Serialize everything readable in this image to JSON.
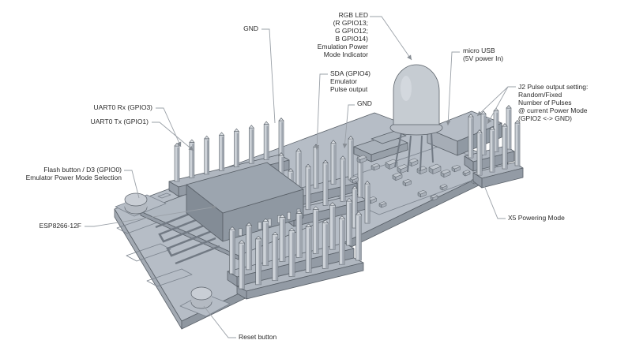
{
  "labels": {
    "gnd_top": {
      "text": "GND"
    },
    "rgb_led": {
      "text": "RGB LED\n(R GPIO13;\nG GPIO12;\nB GPIO14)\nEmulation Power\nMode Indicator"
    },
    "micro_usb": {
      "text": "micro USB\n(5V power In)"
    },
    "sda": {
      "text": "SDA (GPIO4)\nEmulator\nPulse output"
    },
    "gnd_mid": {
      "text": "GND"
    },
    "j2": {
      "text": "J2 Pulse output setting:\nRandom/Fixed\nNumber of Pulses\n@ current Power Mode\n(GPIO2 <-> GND)"
    },
    "uart_rx": {
      "text": "UART0 Rx (GPIO3)"
    },
    "uart_tx": {
      "text": "UART0 Tx (GPIO1)"
    },
    "flash": {
      "text": "Flash button / D3 (GPIO0)\nEmulator Power Mode Selection"
    },
    "esp": {
      "text": "ESP8266-12F"
    },
    "x5": {
      "text": "X5 Powering Mode"
    },
    "reset": {
      "text": "Reset button"
    }
  },
  "colors": {
    "background": "#ffffff",
    "edge": "#596068",
    "leader": "#9aa0a7",
    "arrow": "#878d94",
    "text": "#2a2a2a",
    "board_top": "#b6bdc6",
    "board_side_left": "#a3aab3",
    "board_side_bottom": "#8f97a0",
    "plate": "#afb7c0",
    "plate_side": "#949ca6",
    "shield_top": "#9ca5af",
    "shield_left": "#838c96",
    "shield_right": "#8f98a2",
    "block_top": "#b0b7c0",
    "block_front": "#939ba5",
    "pin_light": "#cdd2d8",
    "pin_dark": "#9fa6af",
    "pin_cap": "#dde1e5",
    "cube_top": "#c0c6cd",
    "cube_left": "#98a0a9",
    "cube_right": "#aab1ba",
    "chip_top": "#aab2bb",
    "usb_top": "#b6bdc6",
    "usb_left": "#a6adb6",
    "usb_right": "#9099a3",
    "led_body": "#c6ccd2",
    "led_flange": "#b9bfc7",
    "led_highlight": "#d8dde2",
    "button_top": "#c9ced5",
    "button_side": "#b4bac2",
    "silkscreen": "#7b838d",
    "antenna_trace": "#727a84"
  }
}
